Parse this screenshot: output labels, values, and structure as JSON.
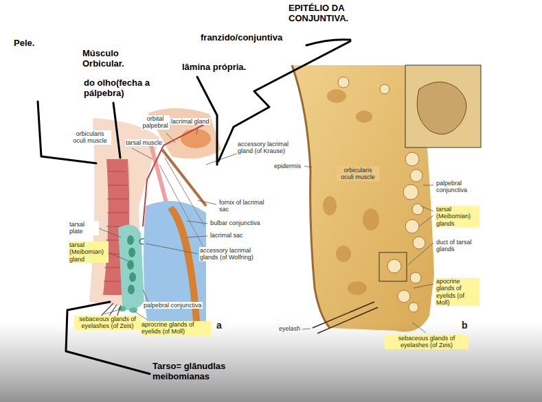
{
  "diagram": {
    "labels": [
      "EPITÉLIO DA CONJUNTIVA.",
      "franzido/conjuntiva",
      "Pele.",
      "Músculo Orbicular.",
      "lâmina própria.",
      "do olho(fecha a pálpebra)",
      "orbital palpebral",
      "lacrimal gland",
      "orbicularis oculi muscle",
      "tarsal muscle",
      "accessory lacrimal gland (of Krause)",
      "fornix of lacrimal sac",
      "bulbar conjunctiva",
      "tarsal plate",
      "lacrimal sac",
      "accessory lacrimal glands (of Wolfring)",
      "tarsal (Meibomian) gland",
      "palpebral conjunctiva",
      "sebaceous glands of eyelashes (of Zeis)",
      "aprocrine glands of eyelids (of Moll)",
      "a",
      "epidermis",
      "orbicularis oculi muscle",
      "palpebral conjunctiva",
      "tarsal (Meibomian) glands",
      "duct of tarsal glands",
      "apocrine glands of eyelids (of Moll)",
      "eyelash",
      "sebaceous glands of eyelashes (of Zeis)",
      "b",
      "Tarso= glânudlas meibomianas"
    ]
  }
}
